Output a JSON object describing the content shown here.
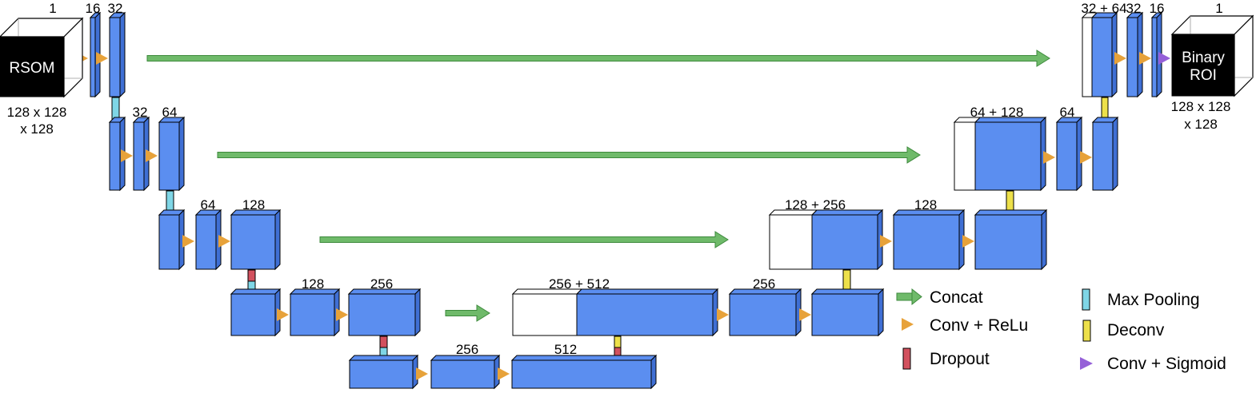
{
  "colors": {
    "block": "#5b8ef0",
    "block_side": "#3f6fd4",
    "arrow_concat": "#6fba6a",
    "arrow_concat_edge": "#3d8a3c",
    "conv_relu": "#e7a23a",
    "conv_sigmoid": "#9560d8",
    "dropout": "#d2515e",
    "max_pooling": "#7fd6e6",
    "deconv": "#ede04a",
    "input_output_cube": "#000000"
  },
  "input": {
    "channels": "1",
    "name": "RSOM",
    "size_line1": "128 x 128",
    "size_line2": "x 128"
  },
  "output": {
    "channels": "1",
    "name_line1": "Binary",
    "name_line2": "ROI",
    "size_line1": "128 x 128",
    "size_line2": "x 128"
  },
  "channel_labels": {
    "enc1_a": "16",
    "enc1_b": "32",
    "enc2_a": "32",
    "enc2_b": "64",
    "enc3_a": "64",
    "enc3_b": "128",
    "enc4_a": "128",
    "enc4_b": "256",
    "bott_a": "256",
    "bott_b": "512",
    "dec4_concat": "256 + 512",
    "dec4_out": "256",
    "dec3_concat": "128 + 256",
    "dec3_out": "128",
    "dec2_concat": "64 + 128",
    "dec2_out": "64",
    "dec1_concat": "32 + 64",
    "dec1_a": "32",
    "dec1_b": "16"
  },
  "legend": {
    "concat": "Concat",
    "conv_relu": "Conv + ReLu",
    "dropout": "Dropout",
    "max_pooling": "Max Pooling",
    "deconv": "Deconv",
    "conv_sigmoid": "Conv + Sigmoid"
  }
}
